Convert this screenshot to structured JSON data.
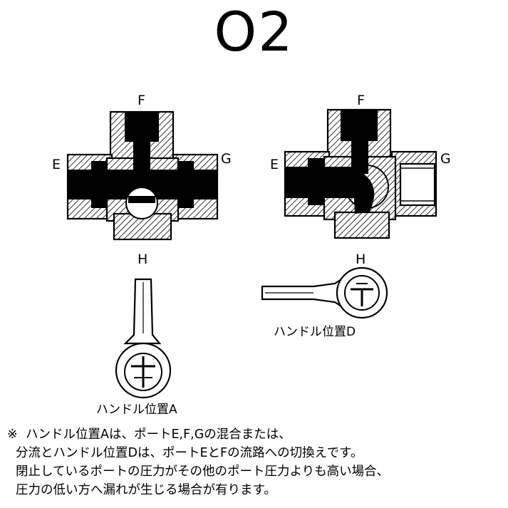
{
  "title": "O2",
  "valve_a": {
    "port_top": "F",
    "port_left": "E",
    "port_right": "G",
    "handle_label": "H",
    "caption": "ハンドル位置A"
  },
  "valve_d": {
    "port_top": "F",
    "port_left": "E",
    "port_right": "G",
    "handle_label": "H",
    "caption": "ハンドル位置D"
  },
  "note": {
    "mark": "※",
    "lines": [
      "ハンドル位置Aは、ポートE,F,Gの混合または、",
      "分流とハンドル位置Dは、ポートEとFの流路への切換えです。",
      "閉止しているポートの圧力がその他のポート圧力よりも高い場合、",
      "圧力の低い方へ漏れが生じる場合が有ります。"
    ]
  },
  "colors": {
    "ink": "#000000",
    "paper": "#ffffff"
  }
}
